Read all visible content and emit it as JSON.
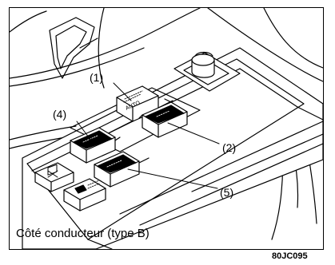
{
  "callouts": {
    "c1": "(1)",
    "c2": "(2)",
    "c4": "(4)",
    "c5": "(5)"
  },
  "switch_label": "AUTO",
  "caption": "Côté conducteur (type B)",
  "figure_code": "80JC095"
}
